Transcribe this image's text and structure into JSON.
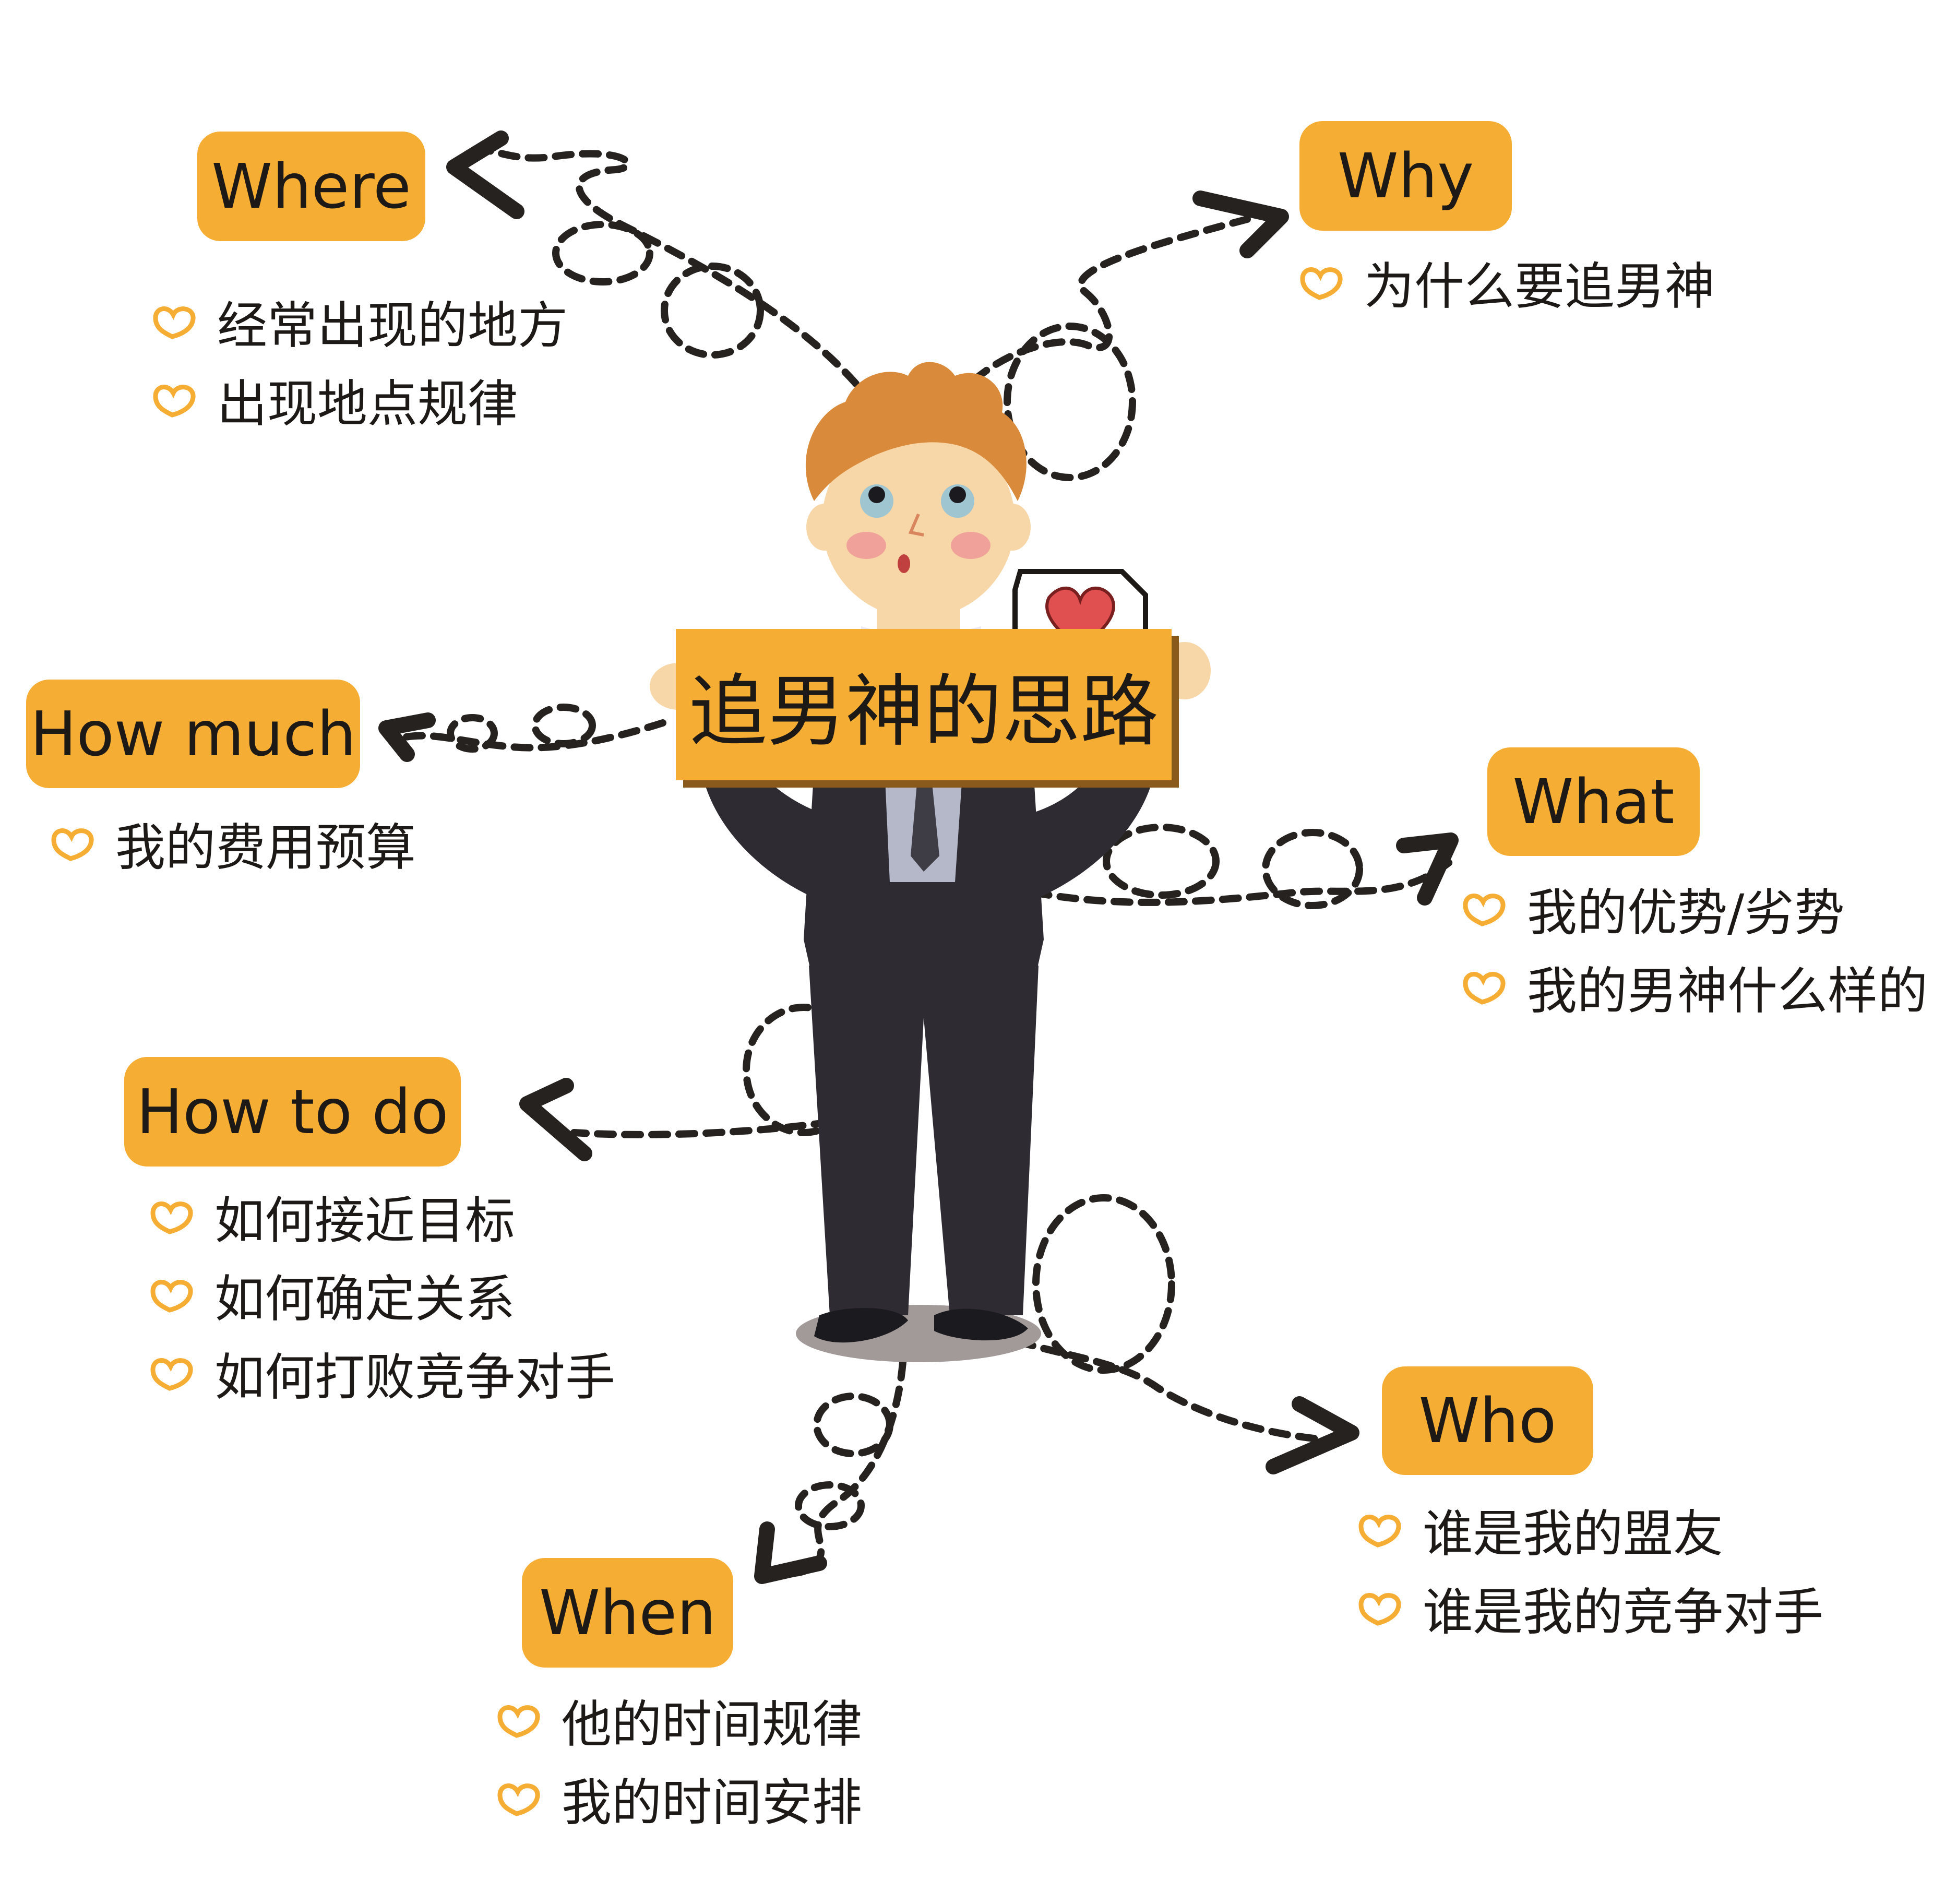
{
  "center": {
    "title": "追男神的思路"
  },
  "nodes": [
    {
      "id": "where",
      "label": "Where",
      "items": [
        "经常出现的地方",
        "出现地点规律"
      ]
    },
    {
      "id": "why",
      "label": "Why",
      "items": [
        "为什么要追男神"
      ]
    },
    {
      "id": "how-much",
      "label": "How much",
      "items": [
        "我的费用预算"
      ]
    },
    {
      "id": "what",
      "label": "What",
      "items": [
        "我的优势/劣势",
        "我的男神什么样的"
      ]
    },
    {
      "id": "how-to-do",
      "label": "How to do",
      "items": [
        "如何接近目标",
        "如何确定关系",
        "如何打败竞争对手"
      ]
    },
    {
      "id": "who",
      "label": "Who",
      "items": [
        "谁是我的盟友",
        "谁是我的竞争对手"
      ]
    },
    {
      "id": "when",
      "label": "When",
      "items": [
        "他的时间规律",
        "我的时间安排"
      ]
    }
  ],
  "colors": {
    "accent": "#f6ad33",
    "text": "#1c1917",
    "arrow": "#26221f",
    "suit": "#2e2b33",
    "hair": "#d98a3a",
    "skin": "#f7d7a8",
    "heart": "#e05050"
  },
  "icons": {
    "bullet": "heart-icon",
    "sign_badge": "pixel-heart-bubble-icon"
  }
}
